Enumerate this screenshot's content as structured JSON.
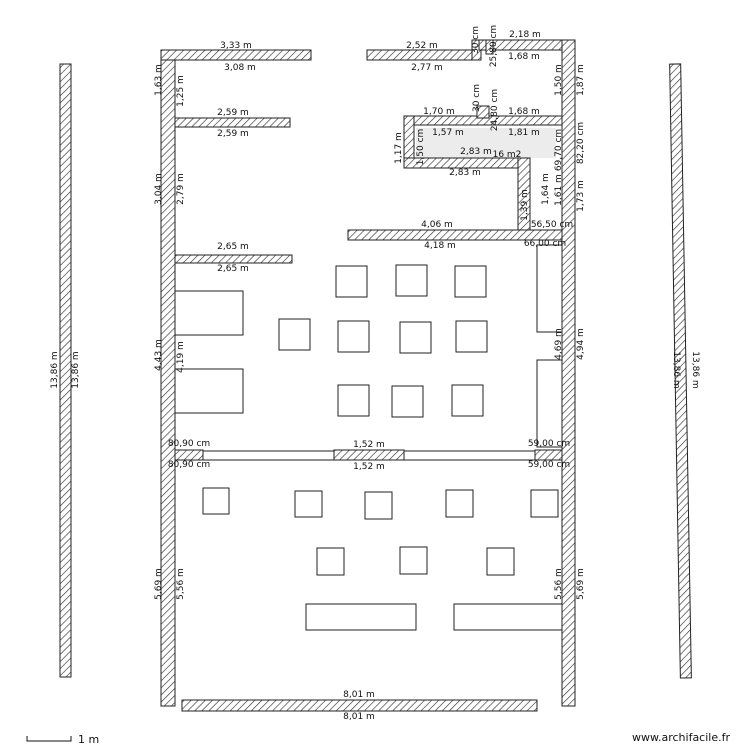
{
  "scale_label": "1 m",
  "brand": "www.archifacile.fr",
  "room_area_label": "16 m2",
  "dimensions": [
    "3,33 m",
    "3,08 m",
    "2,52 m",
    "2,77 m",
    "30 cm",
    "25,80 cm",
    "2,18 m",
    "1,68 m",
    "1,63 m",
    "1,25 m",
    "1,50 m",
    "1,87 m",
    "2,59 m",
    "2,59 m",
    "30 cm",
    "24,80 cm",
    "1,70 m",
    "1,68 m",
    "1,57 m",
    "1,81 m",
    "1,17 m",
    "1,50 cm",
    "2,83 m",
    "69,70 cm",
    "82,20 cm",
    "3,04 m",
    "2,79 m",
    "2,83 m",
    "1,64 m",
    "1,61 m",
    "1,39 m",
    "1,73 m",
    "4,06 m",
    "56,50 cm",
    "4,18 m",
    "66,00 cm",
    "2,65 m",
    "2,65 m",
    "13,86 m",
    "13,86 m",
    "13,86 m",
    "13,86 m",
    "4,43 m",
    "4,19 m",
    "4,69 m",
    "4,94 m",
    "80,90 cm",
    "1,52 m",
    "59,00 cm",
    "80,90 cm",
    "1,52 m",
    "59,00 cm",
    "5,69 m",
    "5,56 m",
    "5,56 m",
    "5,69 m",
    "8,01 m",
    "8,01 m"
  ]
}
